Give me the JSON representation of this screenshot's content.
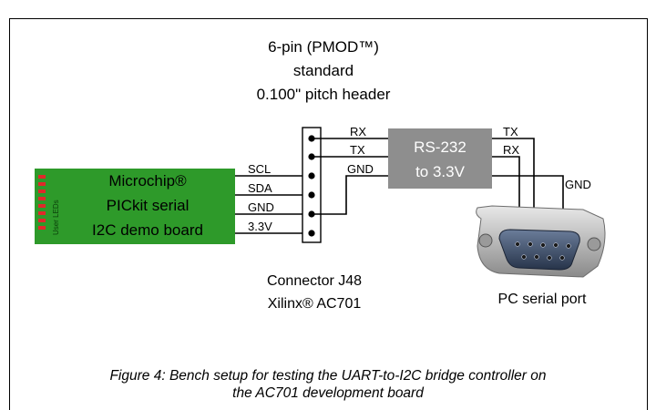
{
  "header": {
    "line1": "6-pin (PMOD™)",
    "line2": "standard",
    "line3": "0.100\" pitch header"
  },
  "demo_board": {
    "line1": "Microchip®",
    "line2": "PICkit serial",
    "line3": "I2C demo board",
    "led_label": "User LEDs"
  },
  "left_signals": [
    "SCL",
    "SDA",
    "GND",
    "3.3V"
  ],
  "right_signals": [
    "RX",
    "TX",
    "GND"
  ],
  "converter": {
    "line1": "RS-232",
    "line2": "to 3.3V"
  },
  "port_signals": {
    "tx": "TX",
    "rx": "RX",
    "gnd": "GND"
  },
  "connector": {
    "line1": "Connector J48",
    "line2": "Xilinx® AC701"
  },
  "port_label": "PC serial port",
  "caption": {
    "line1": "Figure 4: Bench setup for testing the UART-to-I2C bridge controller on",
    "line2": "the AC701 development board"
  },
  "colors": {
    "board_green": "#2e9a2a",
    "led_red": "#e0292a",
    "converter_gray": "#8e8e8e",
    "wire": "#000000"
  }
}
